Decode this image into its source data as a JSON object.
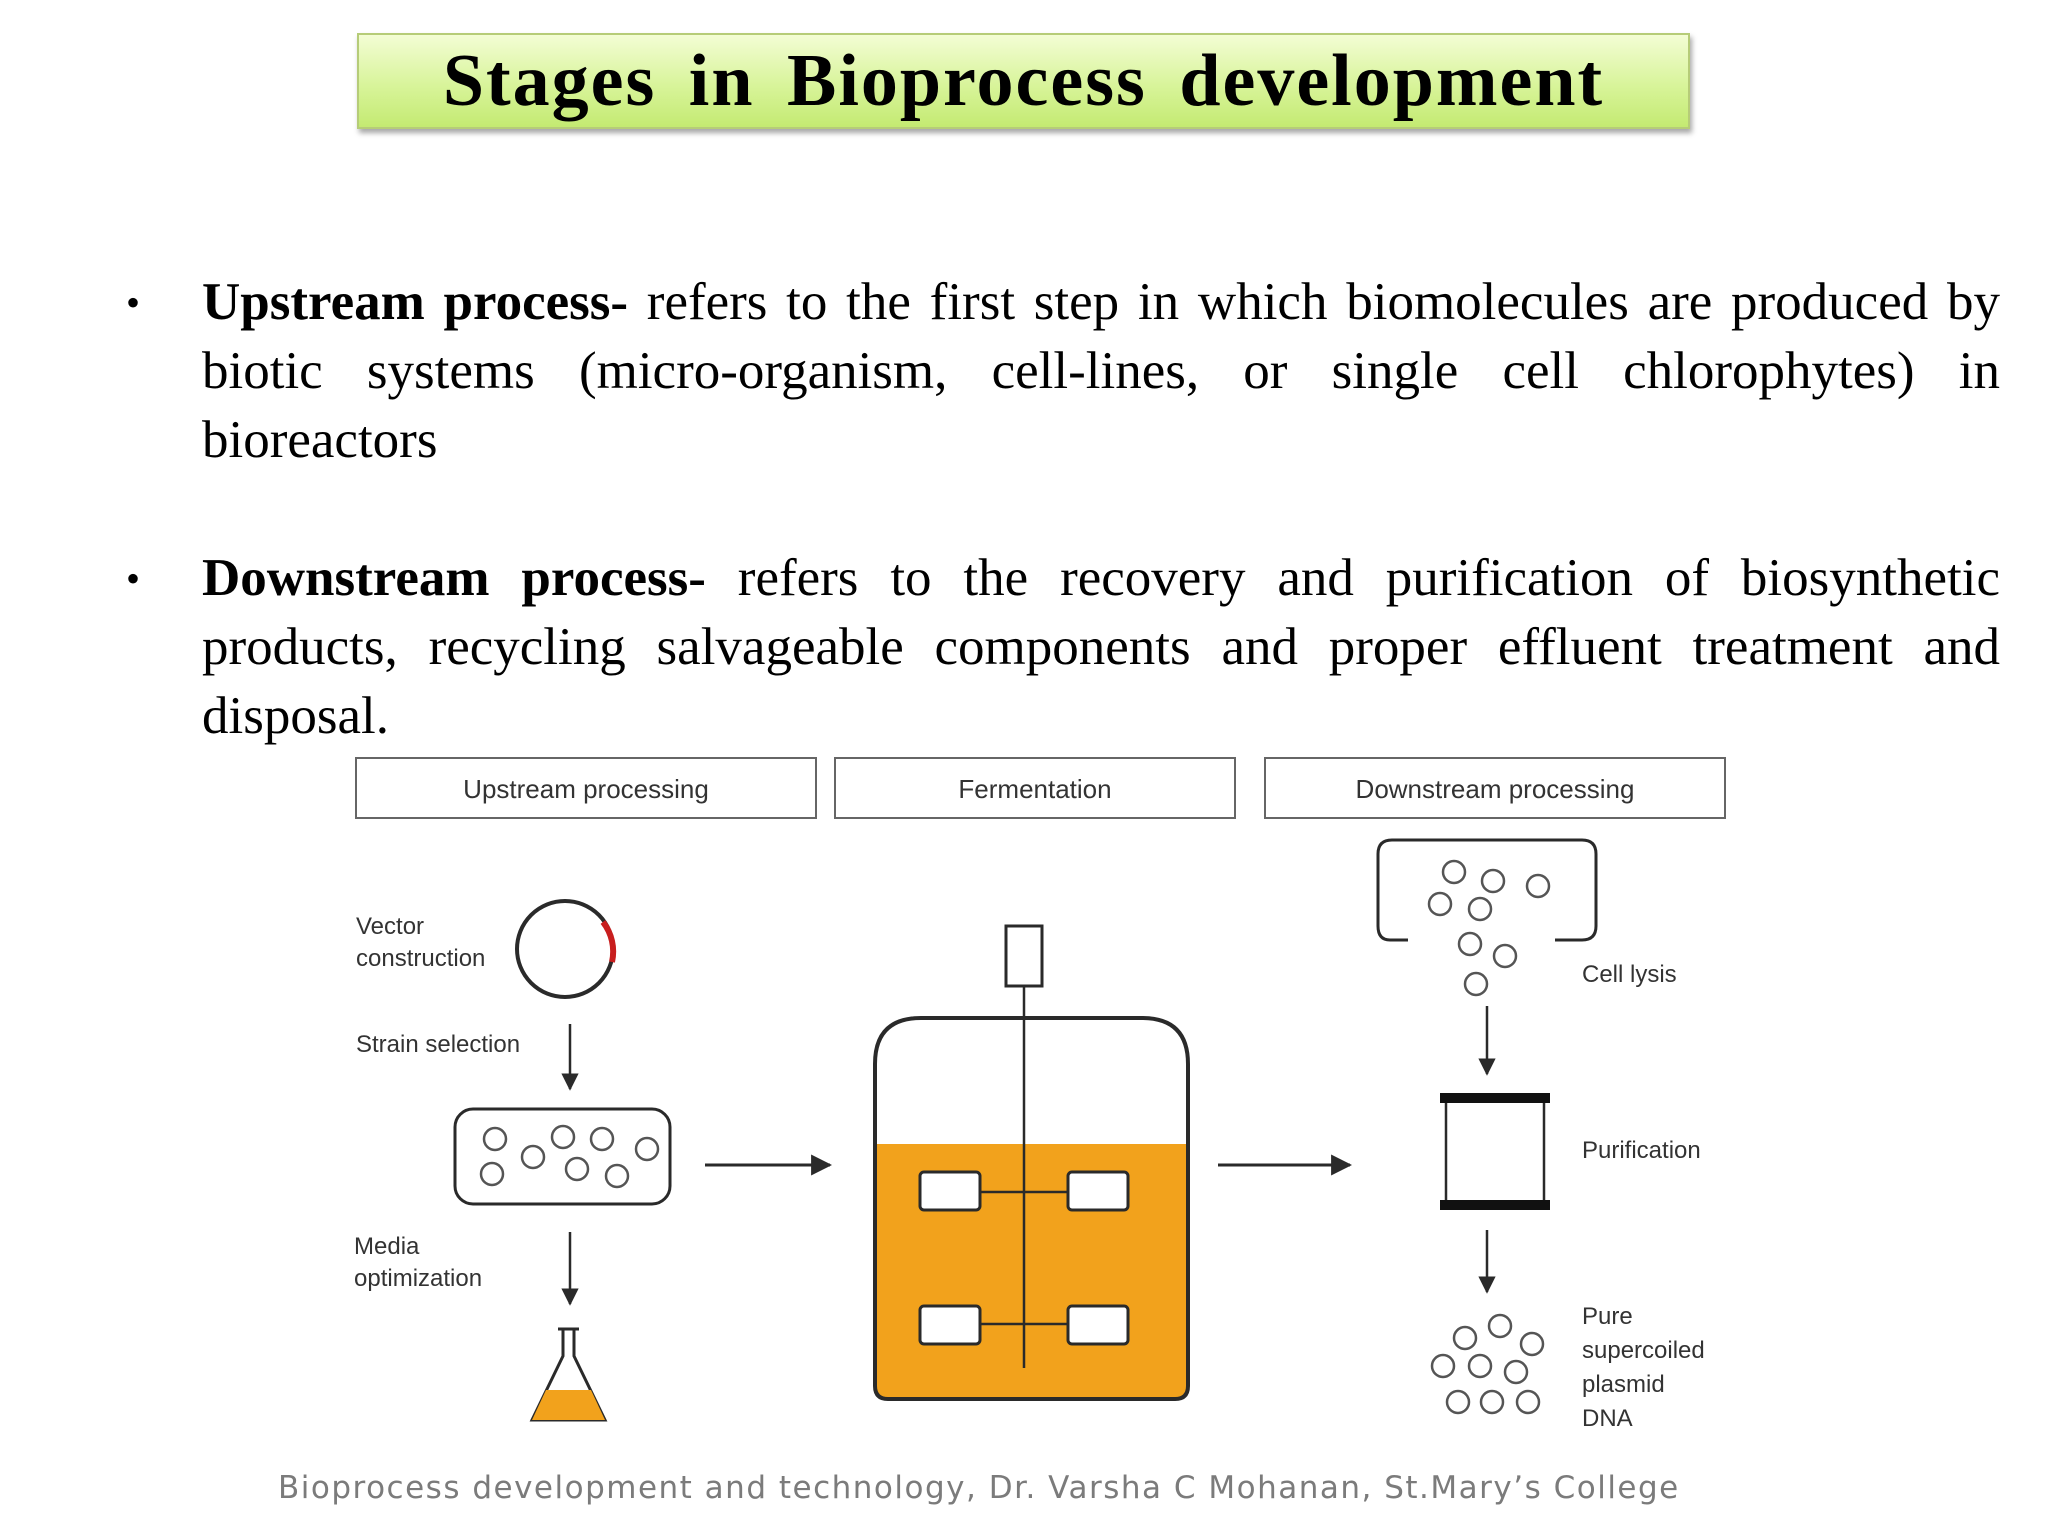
{
  "title": "Stages in Bioprocess development",
  "bullets": [
    {
      "term": "Upstream process-",
      "text": " refers to the first step in which biomolecules are produced by biotic systems (micro-organism, cell-lines, or single cell chlorophytes) in bioreactors"
    },
    {
      "term": "Downstream process-",
      "text": " refers to the recovery and purification of biosynthetic products, recycling salvageable components and proper effluent treatment and disposal."
    }
  ],
  "bullet_symbol": "•",
  "diagram": {
    "stage_headers": [
      "Upstream processing",
      "Fermentation",
      "Downstream processing"
    ],
    "upstream_labels": {
      "vector_line1": "Vector",
      "vector_line2": "construction",
      "strain": "Strain selection",
      "media_line1": "Media",
      "media_line2": "optimization"
    },
    "downstream_labels": {
      "lysis": "Cell lysis",
      "purification": "Purification",
      "dna_line1": "Pure",
      "dna_line2": "supercoiled",
      "dna_line3": "plasmid",
      "dna_line4": "DNA"
    },
    "colors": {
      "culture": "#f2a21c",
      "outline": "#2a2a2a"
    }
  },
  "footer": "Bioprocess development and technology, Dr. Varsha C Mohanan, St.Mary’s College"
}
